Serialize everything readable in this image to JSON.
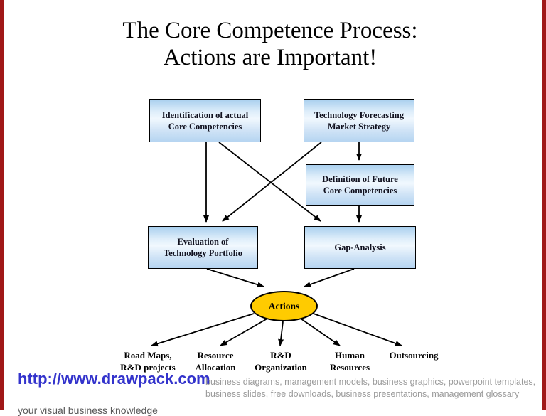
{
  "title": {
    "line1": "The Core Competence Process:",
    "line2": "Actions are Important!"
  },
  "boxes": {
    "identification": {
      "line1": "Identification of actual",
      "line2": "Core Competencies"
    },
    "technology_forecasting": {
      "line1": "Technology Forecasting",
      "line2": "Market Strategy"
    },
    "definition_future": {
      "line1": "Definition of Future",
      "line2": "Core Competencies"
    },
    "evaluation": {
      "line1": "Evaluation of",
      "line2": "Technology Portfolio"
    },
    "gap_analysis": {
      "line1": "Gap-Analysis"
    }
  },
  "actions_label": "Actions",
  "outcomes": [
    {
      "line1": "Road Maps,",
      "line2": "R&D projects"
    },
    {
      "line1": "Resource",
      "line2": "Allocation"
    },
    {
      "line1": "R&D",
      "line2": "Organization"
    },
    {
      "line1": "Human",
      "line2": "Resources"
    },
    {
      "line1": "Outsourcing",
      "line2": ""
    }
  ],
  "footer": {
    "url": "http://www.drawpack.com",
    "tagline": "your visual business knowledge",
    "description": "business diagrams, management models, business graphics, powerpoint templates, business slides, free downloads, business presentations, management glossary"
  },
  "colors": {
    "edge_bar_red": "#a01818",
    "box_fill_light": "#f1f8fe",
    "box_fill_blue": "#aacfee",
    "ellipse_gold": "#ffcb00",
    "url_blue": "#3333cc",
    "description_gray": "#9a9a9a"
  }
}
